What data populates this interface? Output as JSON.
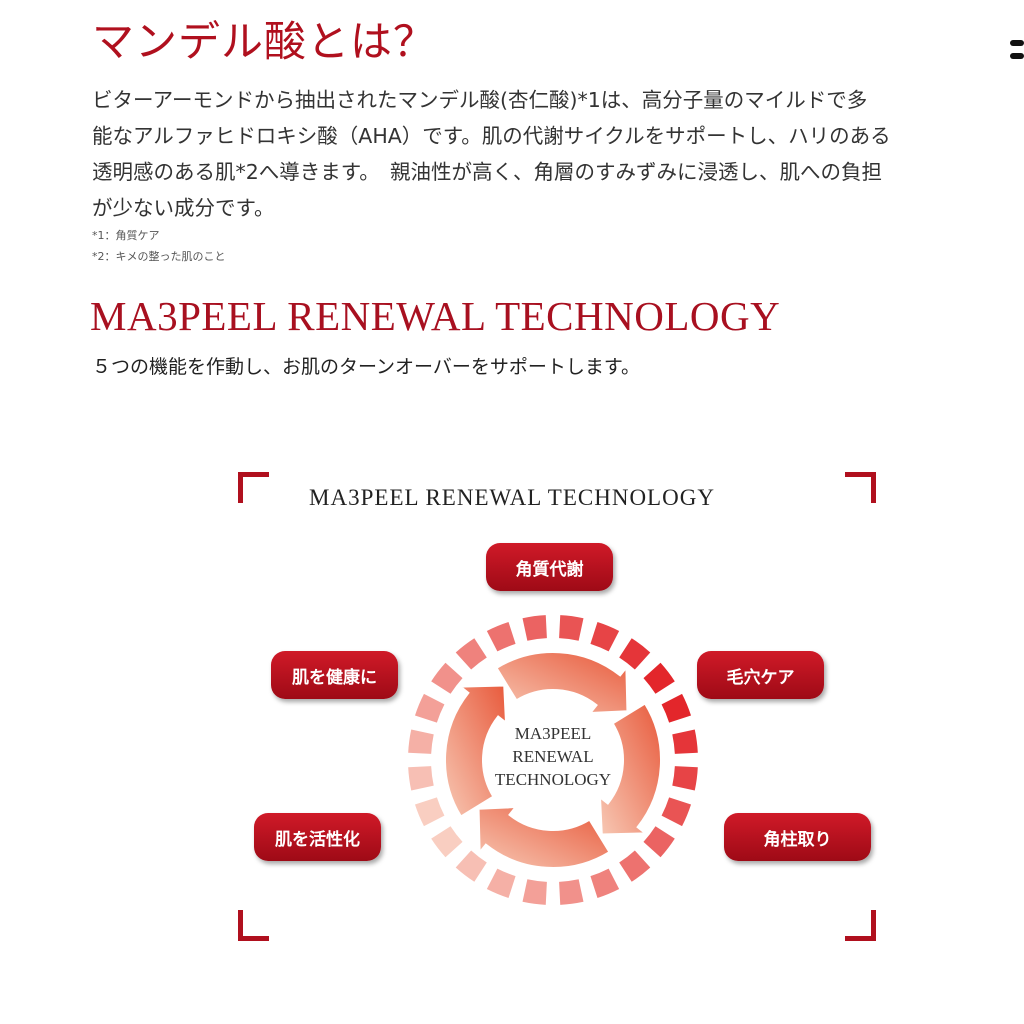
{
  "heading": "マンデル酸とは？",
  "body_lines": [
    "ビターアーモンドから抽出されたマンデル酸(杏仁酸)*1は、高分子量のマイルドで多",
    "能なアルファヒドロキシ酸（AHA）です。肌の代謝サイクルをサポートし、ハリのある",
    "透明感のある肌*2へ導きます。　親油性が高く、角層のすみずみに浸透し、肌への負担",
    "が少ない成分です。"
  ],
  "notes": [
    "*1：角質ケア",
    "*2：キメの整った肌のこと"
  ],
  "tech_heading": "MA3PEEL RENEWAL TECHNOLOGY",
  "tech_sub": "５つの機能を作動し、お肌のターンオーバーをサポートします。",
  "diagram": {
    "title": "MA3PEEL RENEWAL TECHNOLOGY",
    "center": [
      "MA3PEEL",
      "RENEWAL",
      "TECHNOLOGY"
    ],
    "functions": [
      "角質代謝",
      "毛穴ケア",
      "角柱取り",
      "肌を活性化",
      "肌を健康に"
    ]
  },
  "colors": {
    "accent": "#b0101e"
  }
}
